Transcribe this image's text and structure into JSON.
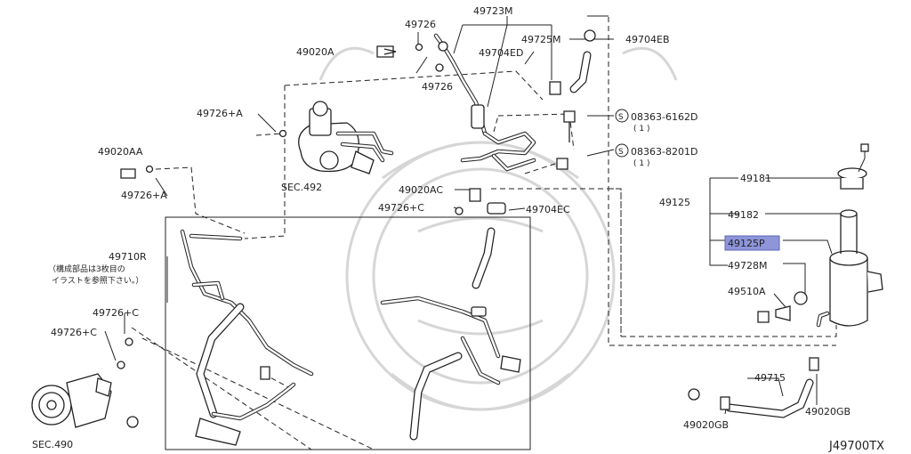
{
  "diagram": {
    "ref_code": "J49700TX",
    "highlight_color": "#8f95d9",
    "labels": {
      "p49723M": "49723M",
      "p49726_top": "49726",
      "p49725M": "49725M",
      "p49704EB": "49704EB",
      "p49020A": "49020A",
      "p49704ED": "49704ED",
      "p49726_mid": "49726",
      "p49726A_1": "49726+A",
      "s08363_6162D": "08363-6162D",
      "s08363_6162D_qty": "( 1 )",
      "s08363_8201D": "08363-8201D",
      "s08363_8201D_qty": "( 1 )",
      "p49020AA": "49020AA",
      "p49726A_2": "49726+A",
      "sec492": "SEC.492",
      "p49020AC": "49020AC",
      "p49726C_1": "49726+C",
      "p49704EC": "49704EC",
      "p49181": "49181",
      "p49125": "49125",
      "p49182": "49182",
      "p49125P": "49125P",
      "p49728M": "49728M",
      "p49510A": "49510A",
      "p49710R": "49710R",
      "note_line1": "（構成部品は3枚目の",
      "note_line2": "イラストを参照下さい。）",
      "p49726C_2": "49726+C",
      "p49726C_3": "49726+C",
      "p49715": "49715",
      "p49020GB_1": "49020GB",
      "p49020GB_2": "49020GB",
      "sec490": "SEC.490"
    }
  }
}
